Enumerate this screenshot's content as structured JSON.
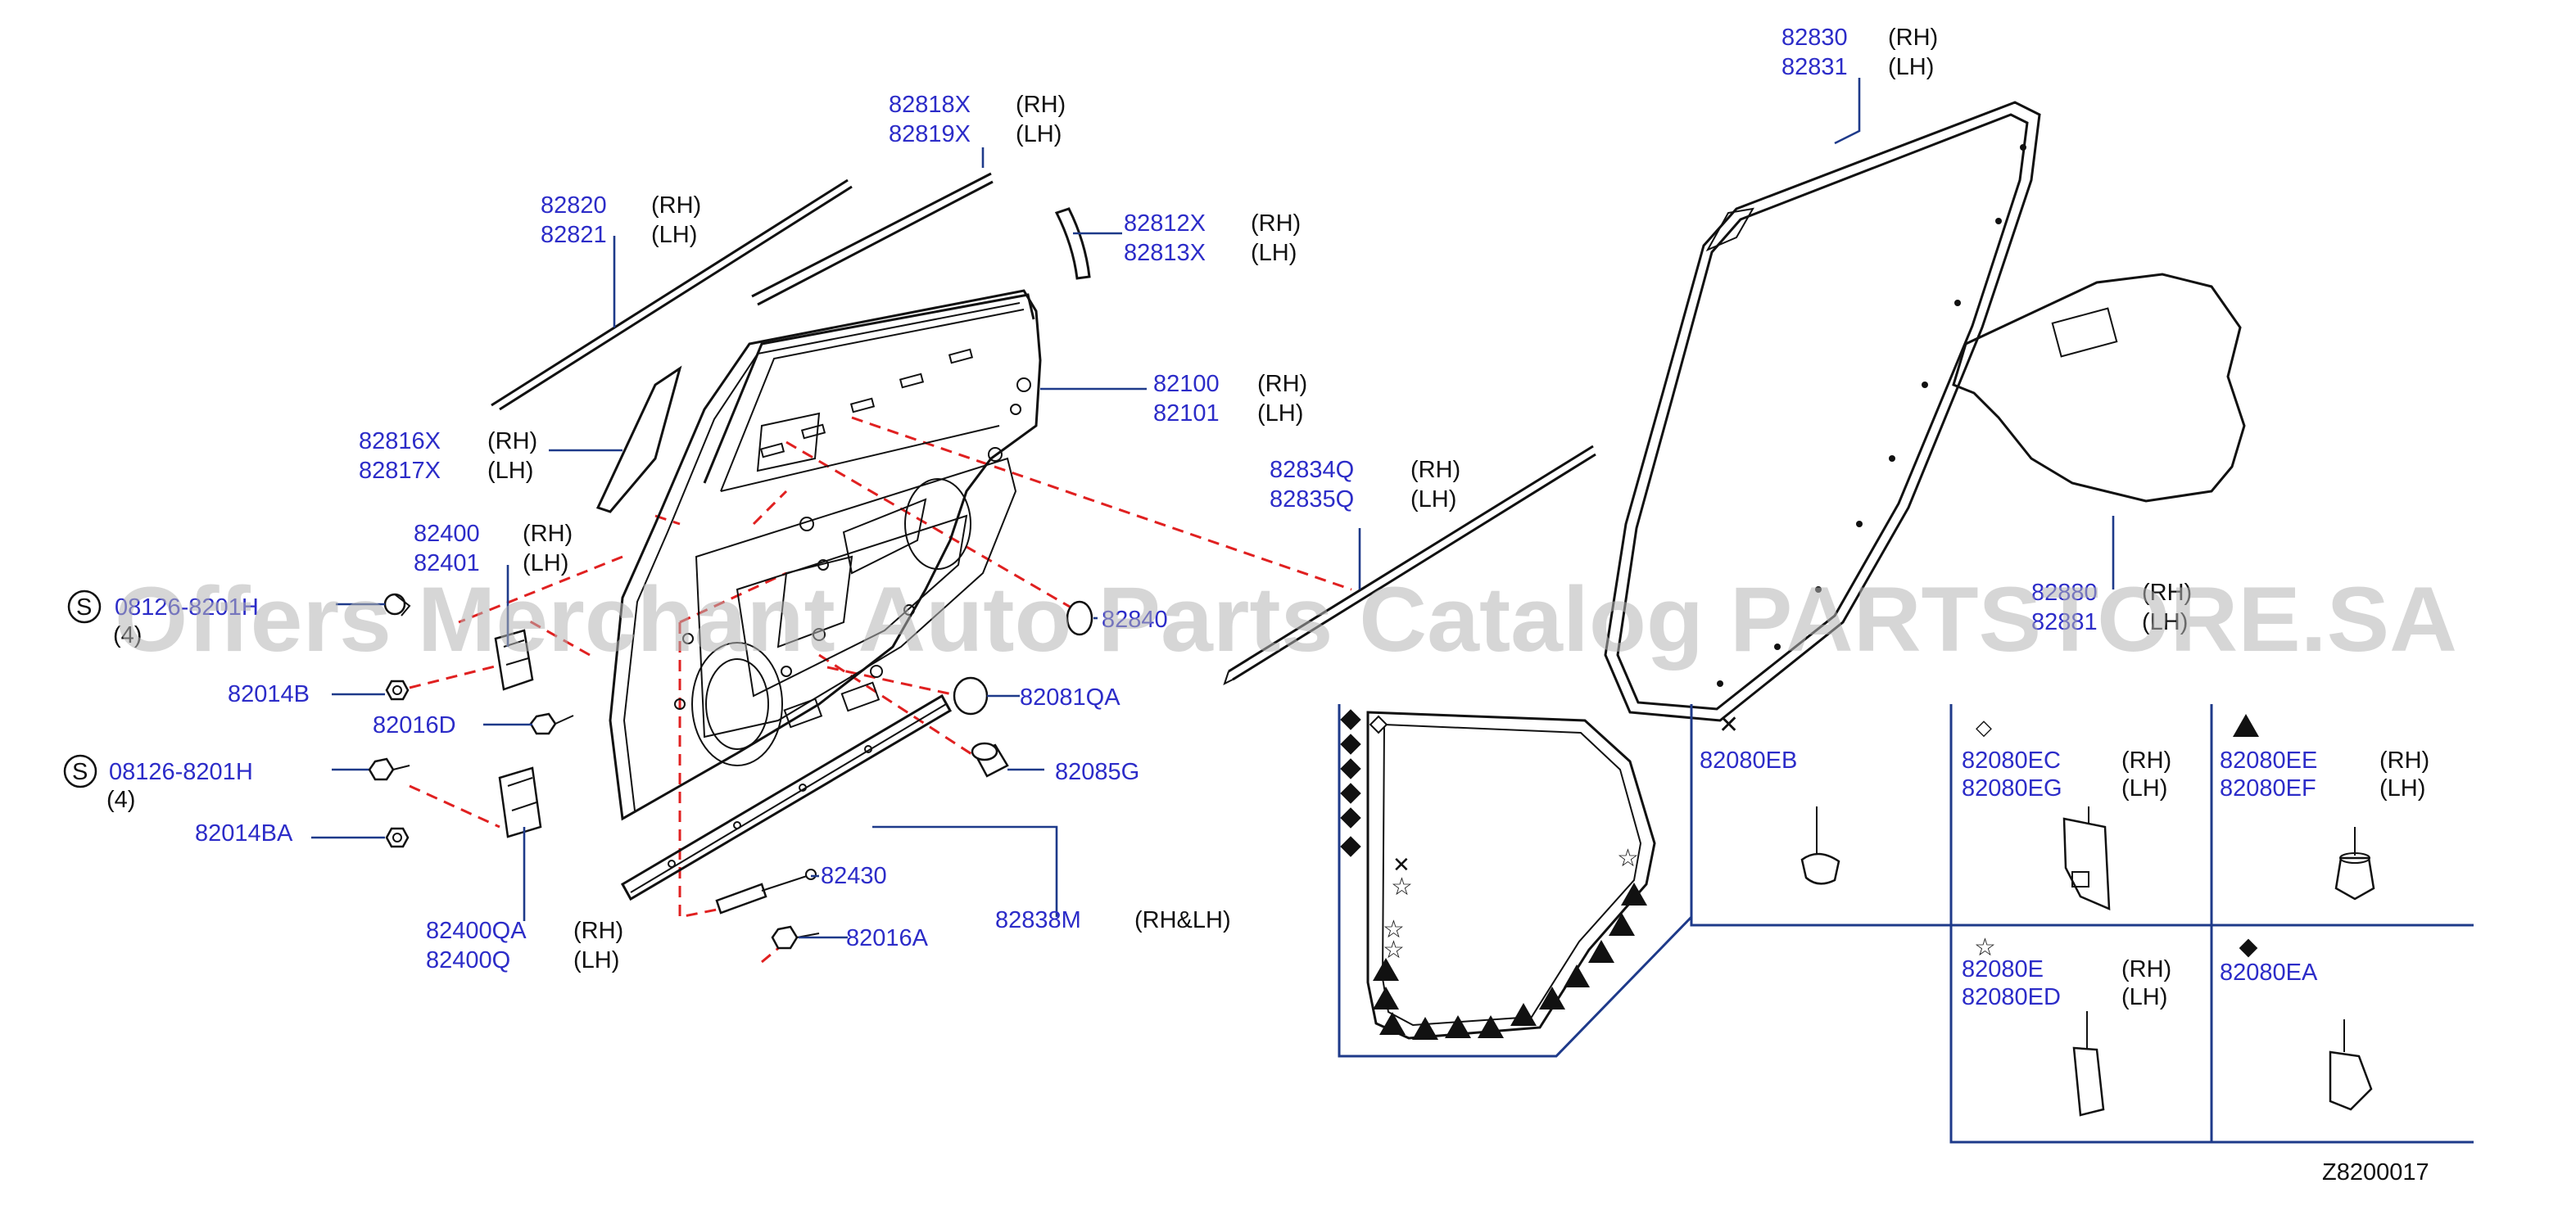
{
  "diagram": {
    "id": "Z8200017",
    "watermark": "Offers Merchant Auto Parts Catalog PARTSTORE.SA"
  },
  "callouts": {
    "c82830": {
      "num": "82830",
      "side": "(RH)"
    },
    "c82831": {
      "num": "82831",
      "side": "(LH)"
    },
    "c82818X": {
      "num": "82818X",
      "side": "(RH)"
    },
    "c82819X": {
      "num": "82819X",
      "side": "(LH)"
    },
    "c82820": {
      "num": "82820",
      "side": "(RH)"
    },
    "c82821": {
      "num": "82821",
      "side": "(LH)"
    },
    "c82812X": {
      "num": "82812X",
      "side": "(RH)"
    },
    "c82813X": {
      "num": "82813X",
      "side": "(LH)"
    },
    "c82100": {
      "num": "82100",
      "side": "(RH)"
    },
    "c82101": {
      "num": "82101",
      "side": "(LH)"
    },
    "c82816X": {
      "num": "82816X",
      "side": "(RH)"
    },
    "c82817X": {
      "num": "82817X",
      "side": "(LH)"
    },
    "c82834Q": {
      "num": "82834Q",
      "side": "(RH)"
    },
    "c82835Q": {
      "num": "82835Q",
      "side": "(LH)"
    },
    "c82400": {
      "num": "82400",
      "side": "(RH)"
    },
    "c82401": {
      "num": "82401",
      "side": "(LH)"
    },
    "c82014B": {
      "num": "82014B"
    },
    "c82016D": {
      "num": "82016D"
    },
    "c82081QA": {
      "num": "82081QA"
    },
    "c82085G": {
      "num": "82085G"
    },
    "c82014BA": {
      "num": "82014BA"
    },
    "c82430": {
      "num": "82430"
    },
    "c82016A": {
      "num": "82016A"
    },
    "c82838M": {
      "num": "82838M",
      "side": "(RH&LH)"
    },
    "c82400QA": {
      "num": "82400QA",
      "side": "(RH)"
    },
    "c82400Q": {
      "num": "82400Q",
      "side": "(LH)"
    },
    "c82080EB": {
      "num": "82080EB"
    },
    "c82080EC": {
      "num": "82080EC",
      "side": "(RH)"
    },
    "c82080EG": {
      "num": "82080EG",
      "side": "(LH)"
    },
    "c82080EE": {
      "num": "82080EE",
      "side": "(RH)"
    },
    "c82080EF": {
      "num": "82080EF",
      "side": "(LH)"
    },
    "c82080E": {
      "num": "82080E",
      "side": "(RH)"
    },
    "c82080ED": {
      "num": "82080ED",
      "side": "(LH)"
    },
    "c82080EA": {
      "num": "82080EA"
    },
    "cS1": {
      "circle": "S",
      "num": "08126-8201H",
      "qty": "(4)"
    },
    "cS2": {
      "circle": "S",
      "num": "08126-8201H",
      "qty": "(4)"
    },
    "c82840": {
      "num": "82840"
    },
    "c82880": {
      "num": "82880",
      "side": "(RH)"
    },
    "c82881": {
      "num": "82881",
      "side": "(LH)"
    }
  },
  "icons": {
    "x": "cross-mark-icon",
    "diamond-open": "open-diamond-icon",
    "triangle": "solid-triangle-icon",
    "star": "star-icon",
    "diamond": "solid-diamond-icon"
  },
  "colors": {
    "part_number": "#2c2cc8",
    "leader_line": "#1e3a8a",
    "dashed_leader": "#e02020",
    "drawing": "#111111",
    "watermark": "#b4b4b4"
  }
}
